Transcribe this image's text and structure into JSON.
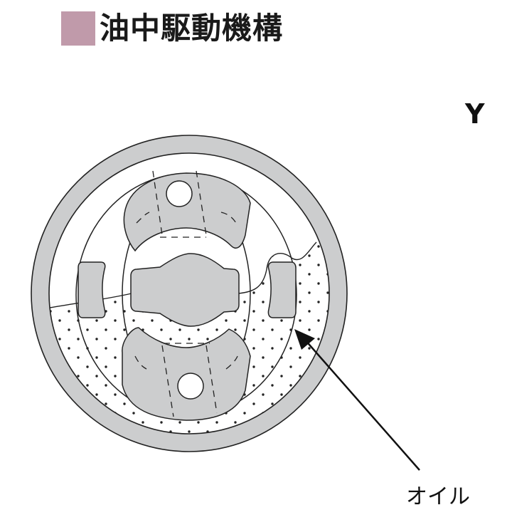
{
  "title": {
    "text": "油中駆動機構",
    "swatch_color": "#c09aaa"
  },
  "side_label": "Y",
  "callouts": [
    {
      "label": "オイル",
      "points_to": "oil-region"
    }
  ],
  "colors": {
    "part_fill": "#cccdce",
    "line": "#222222",
    "background": "#ffffff",
    "oil_dots": "#222222"
  },
  "diagram": {
    "description": "Cross-section of oil-immersed drive mechanism: outer casing ring, eccentric inner ring, central rotor, two sliding vanes with holes (top/bottom), two side blocks, lower half filled with oil (dotted)."
  }
}
